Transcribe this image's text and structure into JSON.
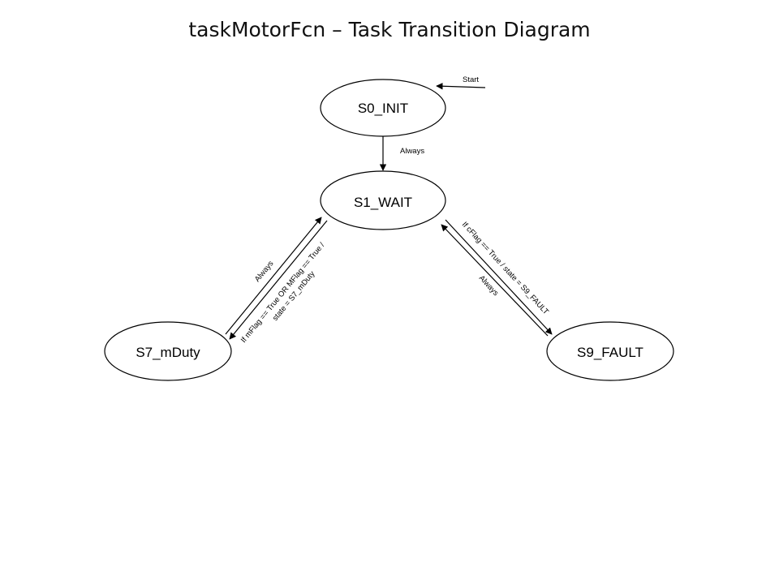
{
  "title": "taskMotorFcn – Task Transition Diagram",
  "states": {
    "s0": "S0_INIT",
    "s1": "S1_WAIT",
    "s7": "S7_mDuty",
    "s9": "S9_FAULT"
  },
  "transitions": {
    "start": "Start",
    "s0_to_s1": "Always",
    "s7_to_s1": "Always",
    "s1_to_s7_line1": "If mFlag == True OR MFlag == True /",
    "s1_to_s7_line2": "state = S7_mDuty",
    "s1_to_s9": "If cFlag == True / state = S9_FAULT",
    "s9_to_s1": "Always"
  }
}
